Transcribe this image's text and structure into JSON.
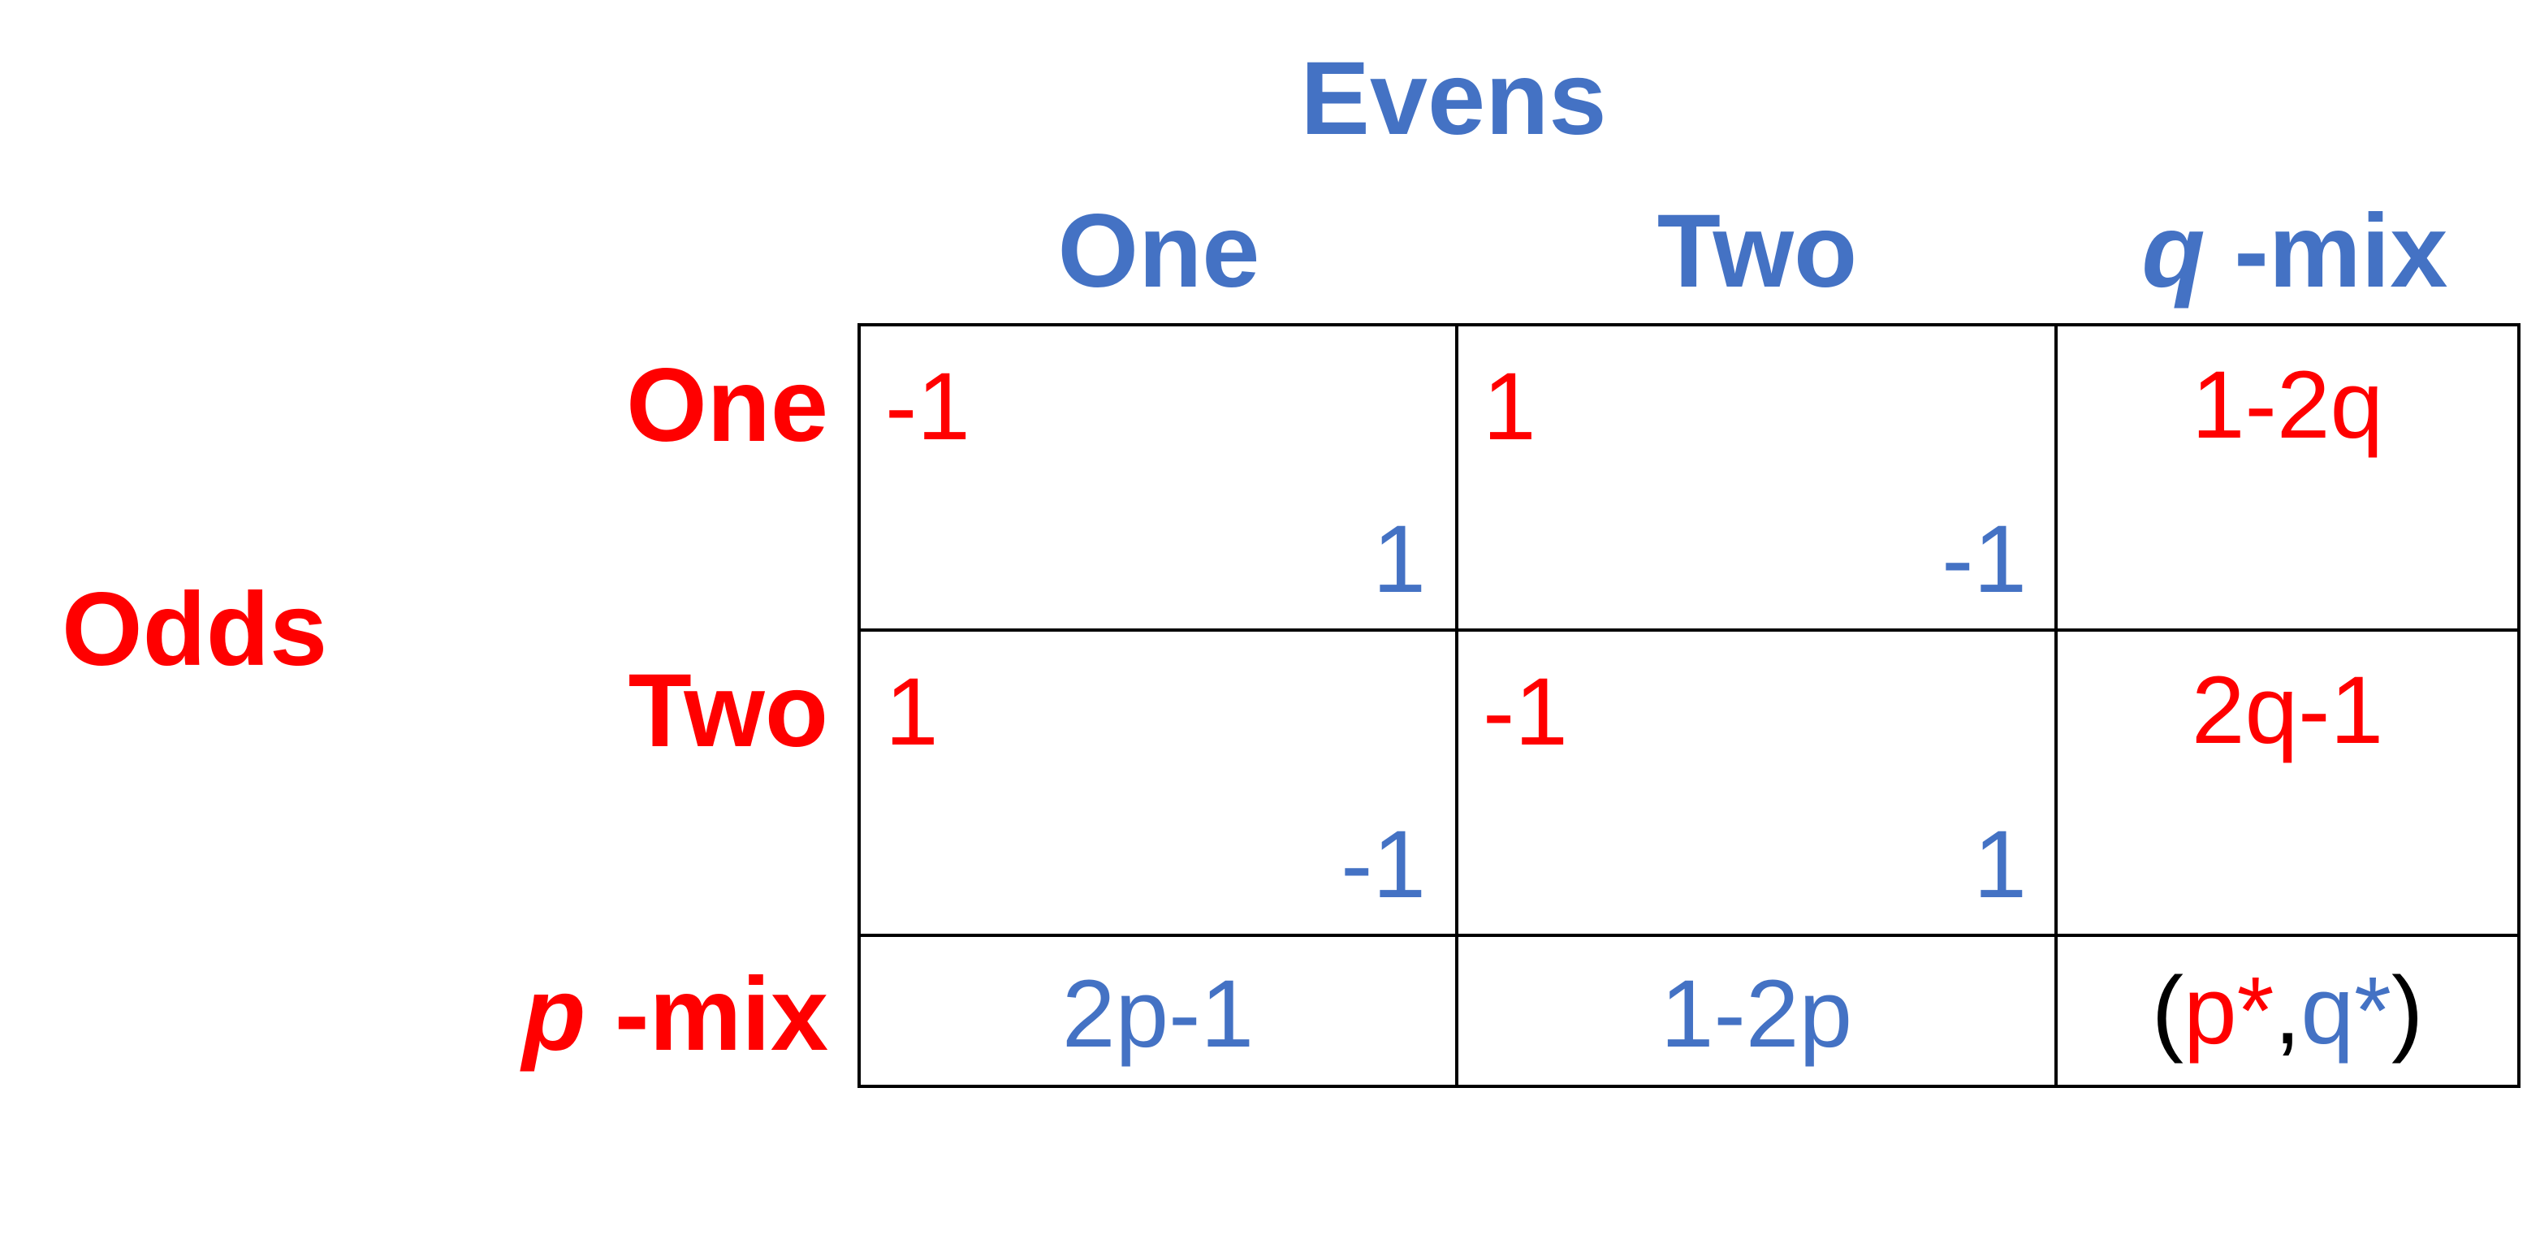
{
  "colors": {
    "evens": "#4472C4",
    "odds": "#FF0000",
    "neutral": "#000000"
  },
  "column_player": "Evens",
  "row_player": "Odds",
  "column_headers": {
    "one": "One",
    "two": "Two",
    "mix_var": "q",
    "mix_suffix": " -mix"
  },
  "row_headers": {
    "one": "One",
    "two": "Two",
    "mix_var": "p",
    "mix_suffix": " -mix"
  },
  "cells": {
    "r1c1": {
      "odds": "-1",
      "evens": "1"
    },
    "r1c2": {
      "odds": "1",
      "evens": "-1"
    },
    "r2c1": {
      "odds": "1",
      "evens": "-1"
    },
    "r2c2": {
      "odds": "-1",
      "evens": "1"
    }
  },
  "q_mix_payoffs": {
    "row_one": "1-2q",
    "row_two": "2q-1"
  },
  "p_mix_payoffs": {
    "col_one": "2p-1",
    "col_two": "1-2p"
  },
  "equilibrium": {
    "open": "(",
    "p": "p*",
    "comma": ",",
    "q": "q*",
    "close": ")"
  }
}
